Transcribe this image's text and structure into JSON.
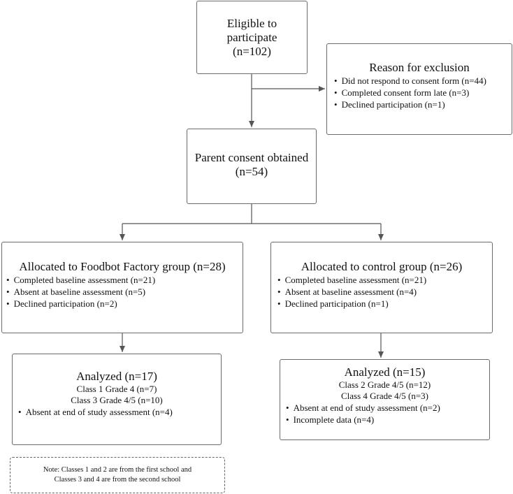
{
  "eligible": {
    "line1": "Eligible to",
    "line2": "participate",
    "count": "(n=102)"
  },
  "exclusion": {
    "title": "Reason for exclusion",
    "items": [
      "Did not respond to consent form (n=44)",
      "Completed consent form late (n=3)",
      "Declined participation (n=1)"
    ]
  },
  "consent": {
    "title": "Parent consent obtained",
    "count": "(n=54)"
  },
  "foodbot": {
    "title": "Allocated to Foodbot Factory group (n=28)",
    "items": [
      "Completed baseline assessment (n=21)",
      "Absent at baseline assessment (n=5)",
      "Declined participation (n=2)"
    ]
  },
  "control": {
    "title": "Allocated to control group (n=26)",
    "items": [
      "Completed baseline assessment (n=21)",
      "Absent at baseline assessment (n=4)",
      "Declined participation (n=1)"
    ]
  },
  "analyzed_left": {
    "title": "Analyzed (n=17)",
    "lines": [
      "Class 1 Grade 4 (n=7)",
      "Class 3 Grade 4/5 (n=10)"
    ],
    "items": [
      "Absent at end of study assessment (n=4)"
    ]
  },
  "analyzed_right": {
    "title": "Analyzed (n=15)",
    "lines": [
      "Class 2 Grade 4/5 (n=12)",
      "Class 4 Grade 4/5 (n=3)"
    ],
    "items": [
      "Absent at end of study assessment (n=2)",
      "Incomplete data (n=4)"
    ]
  },
  "note": {
    "line1": "Note: Classes 1 and 2 are from the first school and",
    "line2": "Classes 3 and 4 are from the second school"
  },
  "colors": {
    "border": "#6b6b6b",
    "arrow": "#555555"
  }
}
